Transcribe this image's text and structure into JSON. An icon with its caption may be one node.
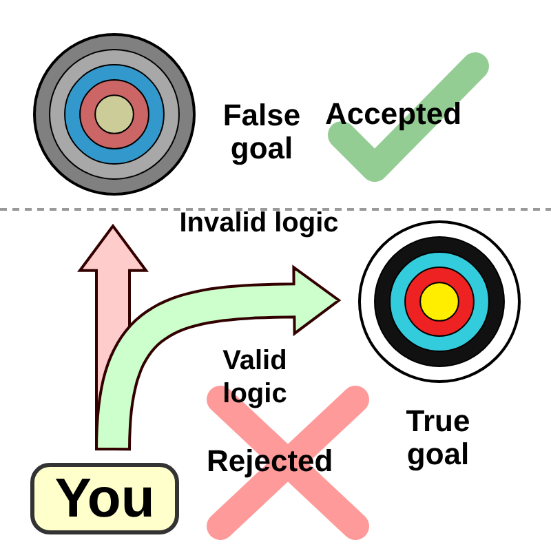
{
  "diagram": {
    "nodes": [
      {
        "text": [
          "You"
        ]
      },
      {
        "text": [
          "False goal"
        ]
      },
      {
        "text": [
          "True goal"
        ]
      }
    ],
    "edges": [
      {
        "from": 0,
        "to": 1,
        "arrow": "to",
        "label": "Invalid logic",
        "color": "#ffcccc"
      },
      {
        "from": 0,
        "to": 2,
        "arrow": "to",
        "label": "Valid logic",
        "color": "#ccffcc"
      }
    ],
    "labels": [
      "Accepted",
      "Rejected"
    ]
  }
}
